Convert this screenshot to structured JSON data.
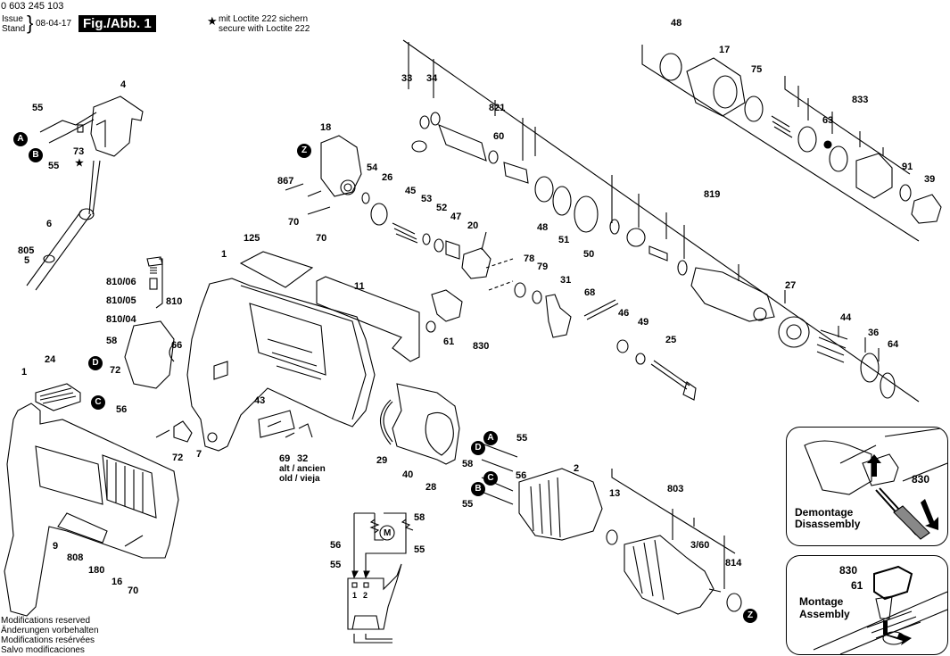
{
  "header": {
    "part_number": "0 603 245 103",
    "issue_label": "Issue",
    "stand_label": "Stand",
    "issue_date": "08-04-17",
    "figure_label": "Fig./Abb. 1",
    "loctite_star": "★",
    "loctite_de": "mit Loctite 222 sichern",
    "loctite_en": "secure with Loctite 222"
  },
  "footer": {
    "notes": [
      "Modifications reserved",
      "Änderungen vorbehalten",
      "Modifications resérvées",
      "Salvo modificaciones"
    ]
  },
  "markers": {
    "A": "A",
    "B": "B",
    "C": "C",
    "D": "D",
    "Z": "Z"
  },
  "parts": {
    "p55a": "55",
    "p4": "4",
    "p73": "73",
    "p73star": "★",
    "p55b": "55",
    "p6": "6",
    "p805": "805",
    "p5": "5",
    "p81006": "810/06",
    "p81005": "810/05",
    "p81004": "810/04",
    "p810": "810",
    "p58": "58",
    "p66": "66",
    "p72a": "72",
    "p56": "56",
    "p24": "24",
    "p1a": "1",
    "p9": "9",
    "p808": "808",
    "p180": "180",
    "p16": "16",
    "p70c": "70",
    "p125": "125",
    "p1b": "1",
    "p11": "11",
    "p61": "61",
    "p830": "830",
    "p43": "43",
    "p72b": "72",
    "p7": "7",
    "p69": "69",
    "p32": "32",
    "old_note_1": "alt / ancien",
    "old_note_2": "old / vieja",
    "p29": "29",
    "p40": "40",
    "p28": "28",
    "p18": "18",
    "p867": "867",
    "p70a": "70",
    "p70b": "70",
    "p54": "54",
    "p26": "26",
    "p45": "45",
    "p53": "53",
    "p52": "52",
    "p47": "47",
    "p20": "20",
    "p33": "33",
    "p34": "34",
    "p821": "821",
    "p60": "60",
    "p48a": "48",
    "p51": "51",
    "p50": "50",
    "p78": "78",
    "p79": "79",
    "p31": "31",
    "p68": "68",
    "p46": "46",
    "p49": "49",
    "p25": "25",
    "p48b": "48",
    "p17": "17",
    "p75": "75",
    "p833": "833",
    "p63": "63",
    "p91": "91",
    "p39": "39",
    "p819": "819",
    "p27": "27",
    "p44": "44",
    "p36": "36",
    "p64": "64",
    "wA55": "55",
    "wD58": "58",
    "wC56": "56",
    "wB55": "55",
    "p2": "2",
    "p13": "13",
    "p803": "803",
    "p360": "3/60",
    "p814": "814",
    "s58": "58",
    "s56": "56",
    "s55a": "55",
    "s55b": "55",
    "motor": "M",
    "sw1": "1",
    "sw2": "2"
  },
  "insets": {
    "disassembly": {
      "part": "830",
      "title_fr": "Demontage",
      "title_en": "Disassembly"
    },
    "assembly": {
      "part_a": "830",
      "part_b": "61",
      "title_fr": "Montage",
      "title_en": "Assembly"
    }
  }
}
